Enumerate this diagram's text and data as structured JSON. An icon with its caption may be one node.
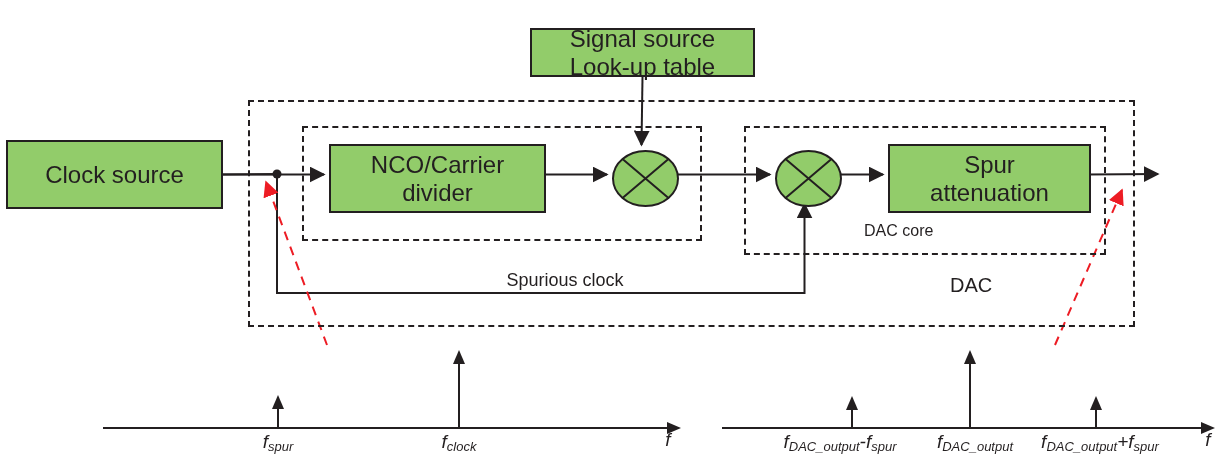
{
  "diagram": {
    "nodes": [
      {
        "text": [
          "DAC"
        ]
      },
      {
        "text": [],
        "shape": "box",
        "in": 0
      },
      {
        "text": [
          "DAC core"
        ],
        "in": 0
      },
      {
        "text": [
          "Clock source"
        ]
      },
      {
        "text": [
          "Signal source Look-up table"
        ]
      },
      {
        "text": [
          "NCO/Carrier divider"
        ],
        "in": 1
      },
      {
        "text": [],
        "shape": "circle",
        "in": 1
      },
      {
        "text": [],
        "shape": "circle",
        "in": 2
      },
      {
        "text": [
          "Spur attenuation"
        ],
        "in": 2
      },
      {
        "text": [],
        "shape": "picture"
      },
      {
        "text": [],
        "shape": "picture"
      }
    ],
    "edges": [
      {
        "from": 3,
        "to": 5,
        "arrow": "to"
      },
      {
        "from": 3,
        "to": 7,
        "arrow": "to",
        "label": "Spurious clock"
      },
      {
        "from": 4,
        "to": 6,
        "arrow": "to"
      },
      {
        "from": 5,
        "to": 6,
        "arrow": "to"
      },
      {
        "from": 6,
        "to": 7,
        "arrow": "to"
      },
      {
        "from": 7,
        "to": 8,
        "arrow": "to"
      },
      {
        "from": 8,
        "to": null,
        "arrow": "to"
      },
      {
        "from": 9,
        "to": 0,
        "arrow": "to",
        "style": "dashed",
        "color": "#ed1c24"
      },
      {
        "from": 10,
        "to": 0,
        "arrow": "to",
        "style": "dashed",
        "color": "#ed1c24"
      }
    ],
    "labels": [
      "f$_{spur}$",
      "f$_{clock}$",
      "f",
      "f$_{DAC_output}$-f$_{spur}$",
      "f$_{DAC_output}$",
      "f$_{DAC_output}$+f$_{spur}$",
      "f"
    ]
  }
}
